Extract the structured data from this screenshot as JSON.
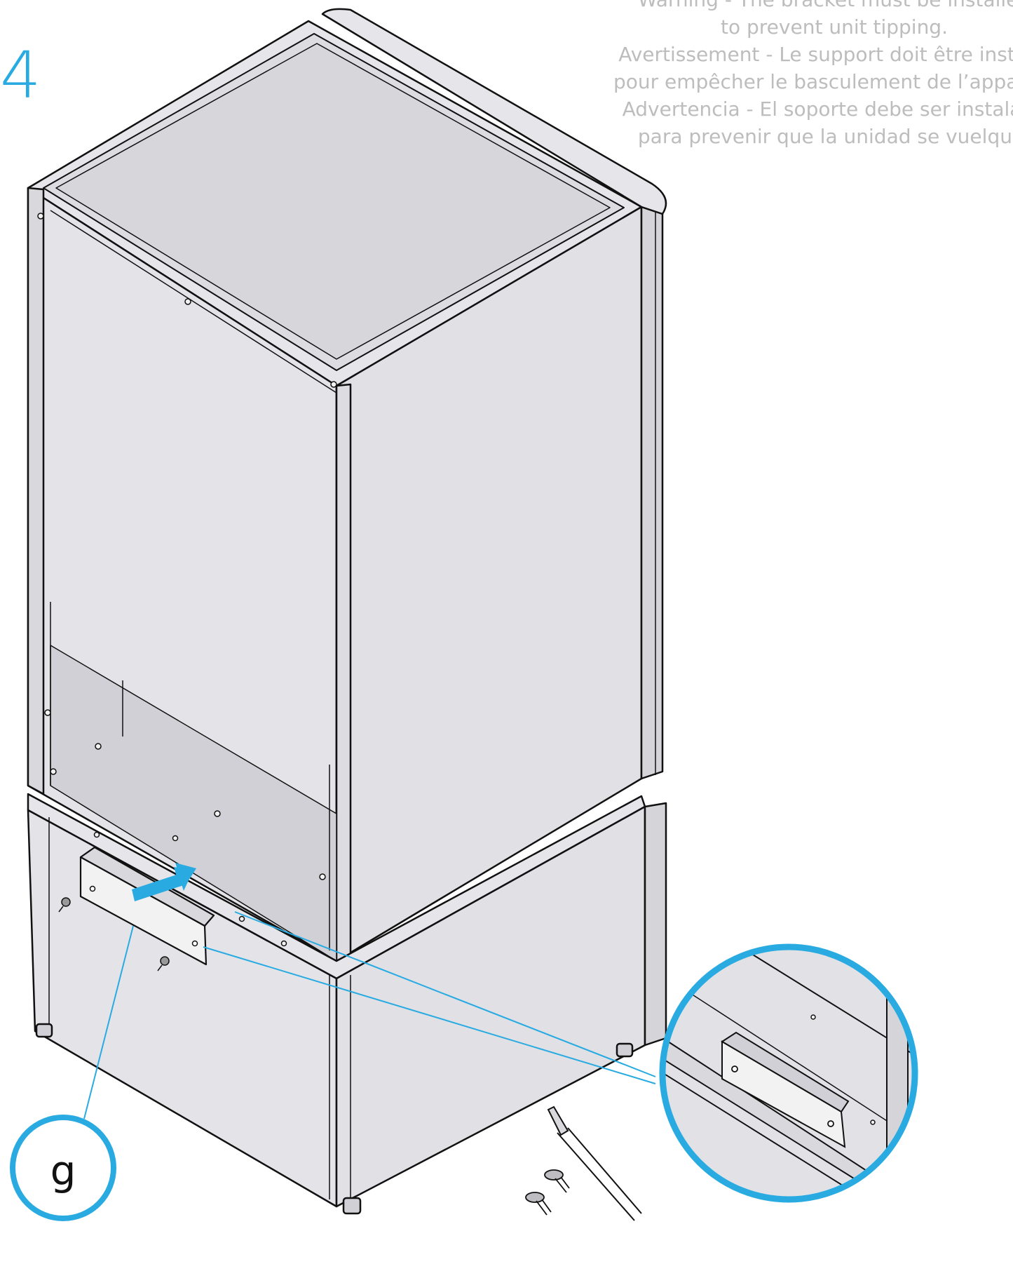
{
  "step": {
    "number": "4"
  },
  "warning": {
    "lines": [
      "Warning - The bracket must be installed",
      "to prevent unit tipping.",
      "Avertissement - Le support doit être installé",
      "pour empêcher le basculement de l’appareil.",
      "Advertencia - El soporte debe ser instalado",
      "para prevenir que la unidad se vuelque."
    ]
  },
  "callout": {
    "letter": "g"
  },
  "colors": {
    "accent": "#29abe2",
    "panel": "#e2e2e6",
    "panel_dark": "#d2d2d7",
    "outline": "#111111",
    "warning_text": "#bdbdbd",
    "bracket": "#f2f2f2"
  },
  "icons": [
    "screwdriver-icon",
    "carriage-bolt-icon",
    "push-arrow-icon",
    "detail-magnifier-icon"
  ]
}
